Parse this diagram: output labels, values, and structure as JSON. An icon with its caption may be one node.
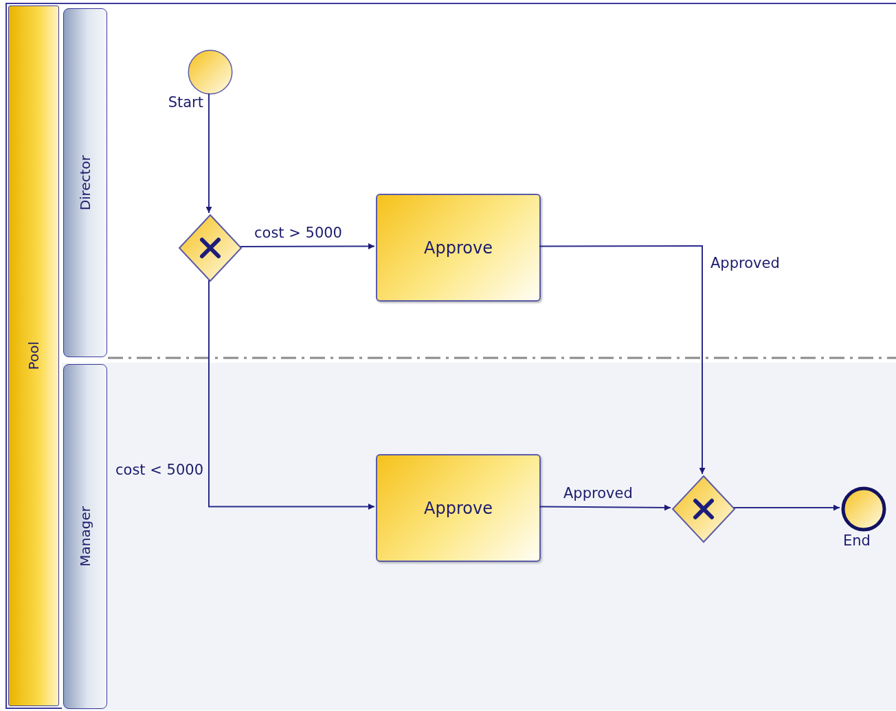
{
  "diagram": {
    "nodes": [
      {
        "text": [
          "Pool"
        ]
      },
      {
        "text": [
          "Director"
        ],
        "in": 0
      },
      {
        "text": [
          "Manager"
        ],
        "in": 0
      },
      {
        "text": [],
        "shape": "circle",
        "beside": [
          "Start"
        ],
        "in": 1
      },
      {
        "text": [],
        "shape": "diamond",
        "in": 1
      },
      {
        "text": [
          "Approve"
        ],
        "in": 1
      },
      {
        "text": [
          "Approve"
        ],
        "in": 2
      },
      {
        "text": [],
        "shape": "diamond",
        "in": 2
      },
      {
        "text": [],
        "shape": "circle",
        "beside": [
          "End"
        ],
        "in": 2
      }
    ],
    "edges": [
      {
        "from": 3,
        "to": 4,
        "arrow": "to"
      },
      {
        "from": 4,
        "to": 5,
        "arrow": "to",
        "label": "cost > 5000"
      },
      {
        "from": 4,
        "to": 6,
        "arrow": "to",
        "label": "cost < 5000"
      },
      {
        "from": 5,
        "to": 7,
        "arrow": "to",
        "label": "Approved"
      },
      {
        "from": 6,
        "to": 7,
        "arrow": "to",
        "label": "Approved"
      },
      {
        "from": 7,
        "to": 8,
        "arrow": "to"
      }
    ]
  }
}
